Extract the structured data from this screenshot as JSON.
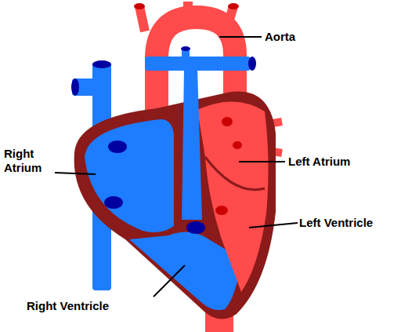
{
  "diagram": {
    "labels": [
      "Aorta",
      "Right Atrium",
      "Left Atrium",
      "Left Ventricle",
      "Right Ventricle"
    ]
  }
}
